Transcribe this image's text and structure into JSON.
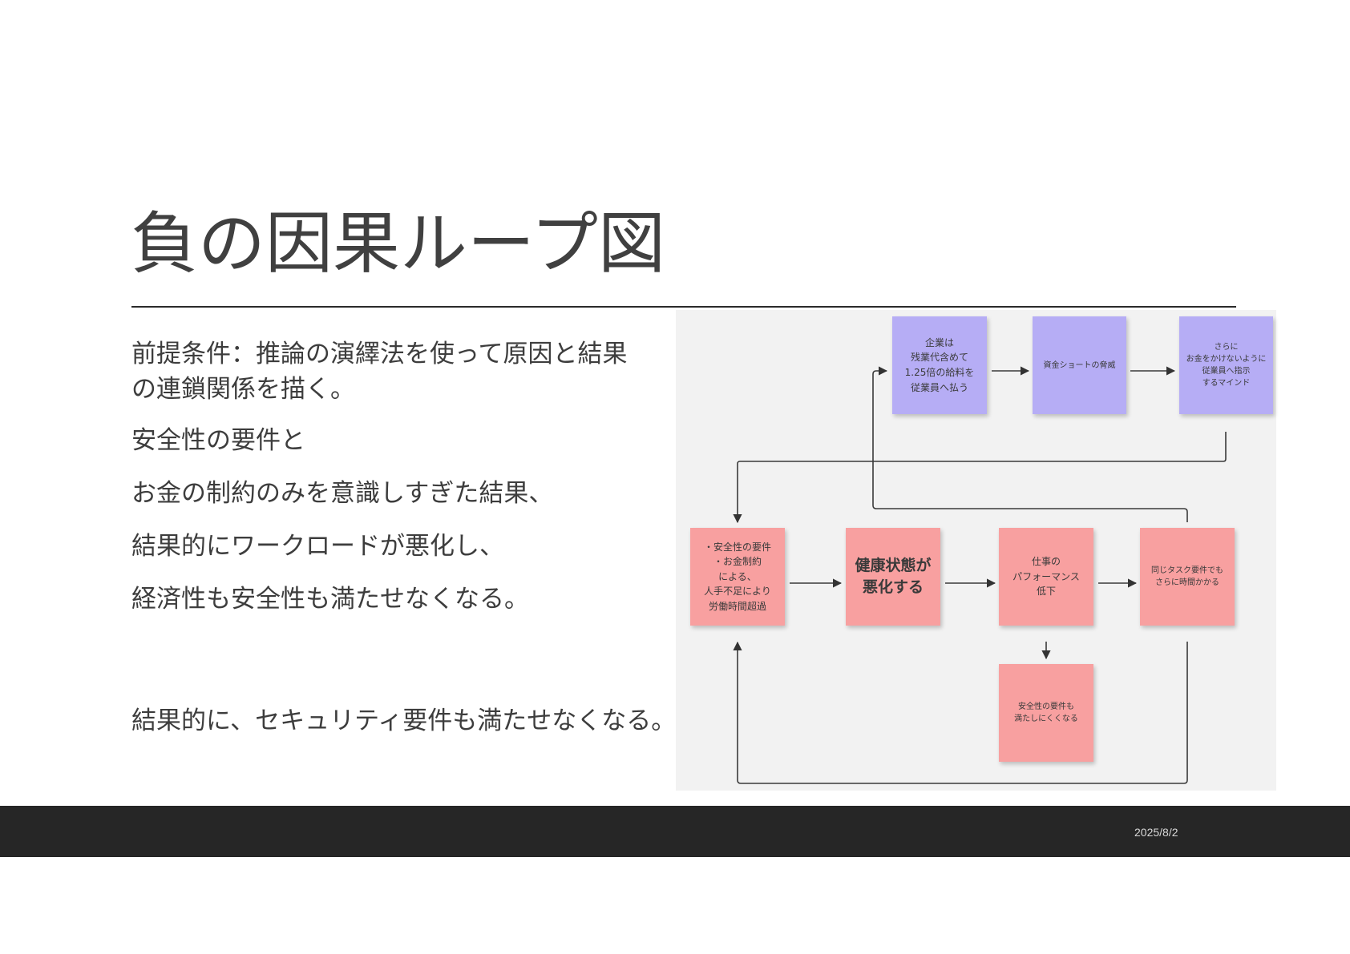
{
  "slide": {
    "title": "負の因果ループ図",
    "date": "2025/8/2"
  },
  "body": {
    "premise": "前提条件：推論の演繹法を使って原因と結果の連鎖関係を描く。",
    "line1": "安全性の要件と",
    "line2": "お金の制約のみを意識しすぎた結果、",
    "line3": "結果的にワークロードが悪化し、",
    "line4": "経済性も安全性も満たせなくなる。",
    "conclusion": "結果的に、セキュリティ要件も満たせなくなる。"
  },
  "diagram": {
    "notes": {
      "company_pay": "企業は\n残業代含めて\n1.25倍の給料を\n従業員へ払う",
      "fund_shortage": "資金ショートの脅威",
      "more_savings": "さらに\nお金をかけないように\n従業員へ指示\nするマインド",
      "constraints": "・安全性の要件\n・お金制約\nによる、\n人手不足により\n労働時間超過",
      "health": "健康状態が\n悪化する",
      "performance": "仕事の\nパフォーマンス\n低下",
      "same_task": "同じタスク要件でも\nさらに時間かかる",
      "safety_fail": "安全性の要件も\n満たしにくくなる"
    },
    "colors": {
      "purple_note": "#b6adf5",
      "pink_note": "#f8a0a0",
      "canvas": "#f2f2f2"
    }
  }
}
